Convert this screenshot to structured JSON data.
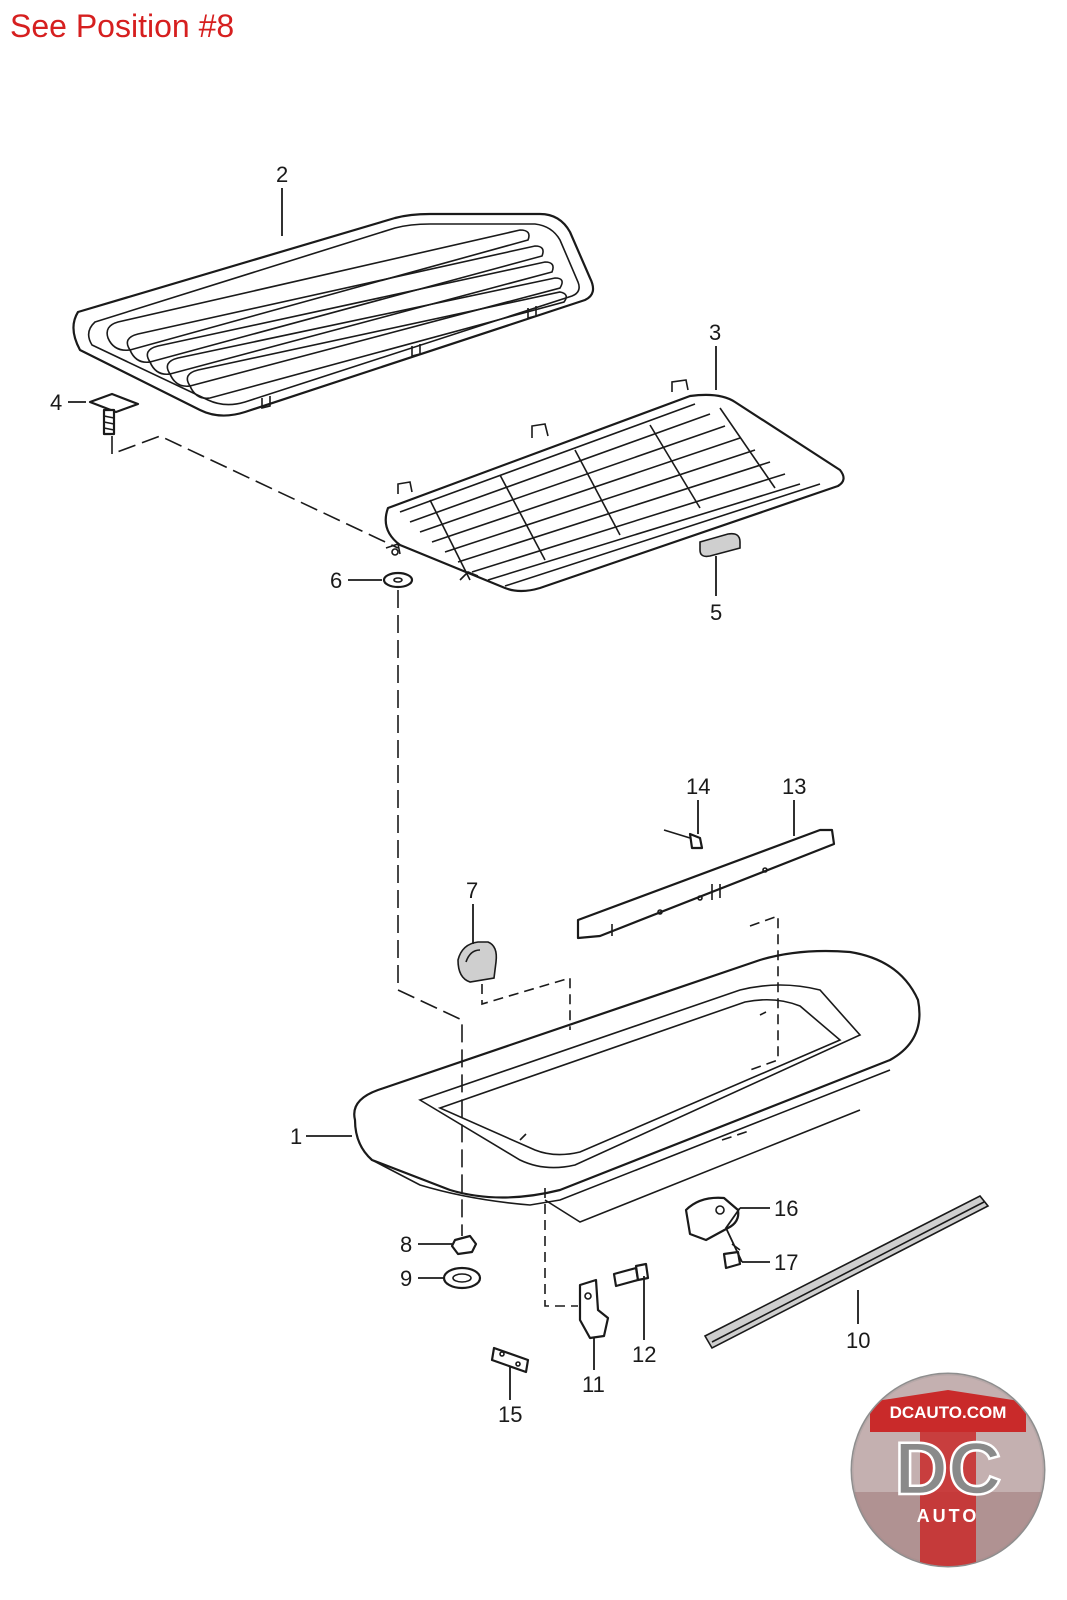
{
  "header": {
    "text": "See Position #8"
  },
  "callouts": [
    "1",
    "2",
    "3",
    "4",
    "5",
    "6",
    "7",
    "8",
    "9",
    "10",
    "11",
    "12",
    "13",
    "14",
    "15",
    "16",
    "17"
  ],
  "watermark": {
    "site": "DCAUTO.COM",
    "logo": "DC",
    "sub": "AUTO"
  },
  "colors": {
    "header": "#d61f1f",
    "badge_red": "#c92a2a",
    "badge_gray": "#9a9a9a"
  }
}
